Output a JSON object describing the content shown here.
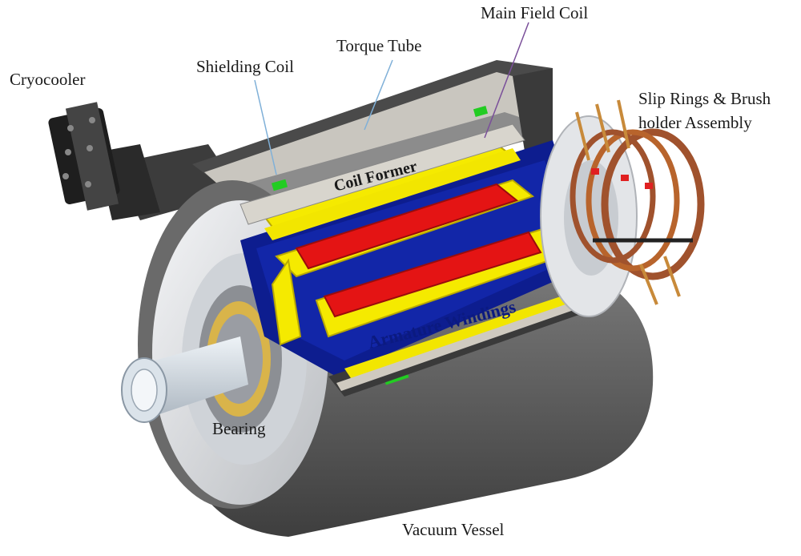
{
  "labels": {
    "main_field_coil": "Main Field Coil",
    "torque_tube": "Torque Tube",
    "shielding_coil": "Shielding Coil",
    "cryocooler": "Cryocooler",
    "slip_rings_line1": "Slip Rings  & Brush",
    "slip_rings_line2": "holder Assembly",
    "coil_former": "Coil Former",
    "armature_windings": "Armature Windings",
    "bearing": "Bearing",
    "vacuum_vessel": "Vacuum Vessel"
  },
  "colors": {
    "vessel_gray": "#5a5a5a",
    "flange_light": "#e8eaec",
    "armature_blue": "#0a1a8c",
    "winding_yellow": "#f2e600",
    "winding_red": "#e01010",
    "shielding_green": "#22cc22",
    "copper_ring": "#a0522d"
  }
}
